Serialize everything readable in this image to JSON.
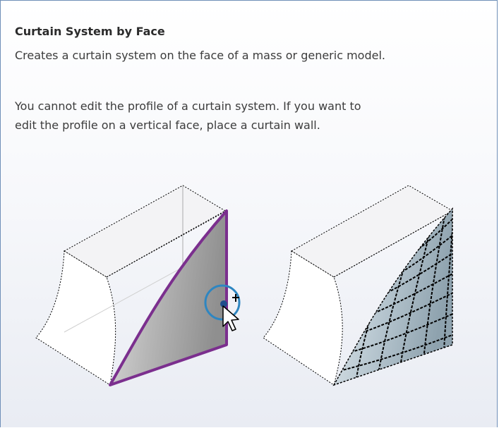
{
  "tooltip": {
    "title": "Curtain System by Face",
    "description": "Creates a curtain system on the face of a mass or generic model.",
    "note_line1": "You cannot edit the profile of a curtain system. If you want to",
    "note_line2": "edit the profile on a vertical face, place a curtain wall."
  },
  "colors": {
    "border": "#6f8fb8",
    "selection_outline": "#7b2f8e",
    "cursor_ring": "#2e86c1",
    "panel_fill": "#b8c8d2"
  },
  "icons": [
    "mass-before-illustration",
    "curtain-system-after-illustration",
    "cursor-pointer-icon",
    "pick-target-icon"
  ]
}
